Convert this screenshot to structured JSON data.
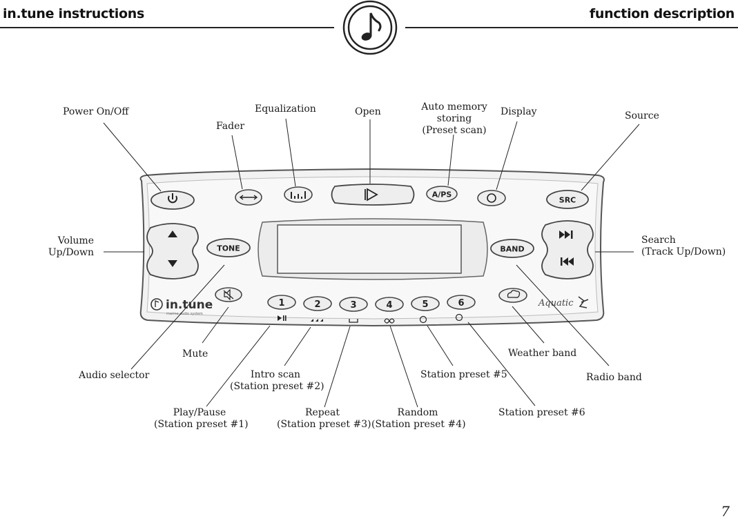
{
  "header": {
    "left_title": "in.tune instructions",
    "right_title": "function description",
    "logo_icon": "music-note-icon"
  },
  "labels": {
    "power": "Power On/Off",
    "fader": "Fader",
    "equalization": "Equalization",
    "open": "Open",
    "auto_memory_1": "Auto memory",
    "auto_memory_2": "storing",
    "auto_memory_3": "(Preset scan)",
    "display": "Display",
    "source": "Source",
    "volume_1": "Volume",
    "volume_2": "Up/Down",
    "search_1": "Search",
    "search_2": "(Track Up/Down)",
    "mute": "Mute",
    "audio_selector": "Audio selector",
    "intro_scan_1": "Intro scan",
    "intro_scan_2": "(Station preset #2)",
    "play_pause_1": "Play/Pause",
    "play_pause_2": "(Station preset #1)",
    "repeat_1": "Repeat",
    "repeat_2": "(Station preset #3)",
    "random_1": "Random",
    "random_2": "(Station preset #4)",
    "station5": "Station preset #5",
    "station6": "Station preset #6",
    "weather_band": "Weather band",
    "radio_band": "Radio band"
  },
  "device": {
    "brand": "in.tune",
    "brand_sub": "marine audio system",
    "maker_logo": "Aquatic",
    "buttons": {
      "tone": "TONE",
      "band": "BAND",
      "aps": "A/PS",
      "src": "SRC",
      "presets": [
        "1",
        "2",
        "3",
        "4",
        "5",
        "6"
      ]
    }
  },
  "page_number": "7"
}
